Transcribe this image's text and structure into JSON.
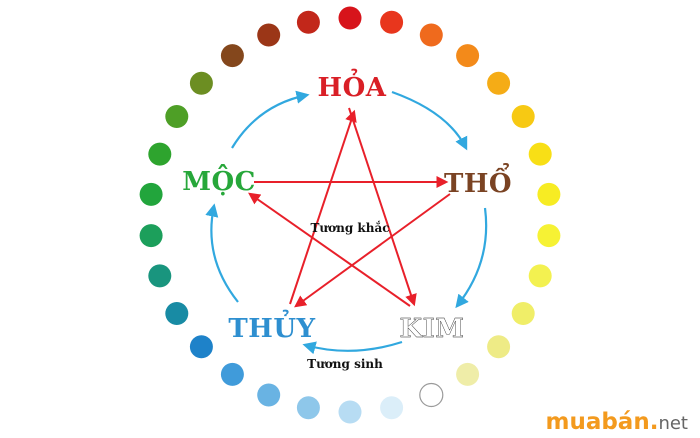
{
  "elements": {
    "fire": {
      "label": "HỎA",
      "color": "#d91f26"
    },
    "earth": {
      "label": "THỔ",
      "color": "#7a4323"
    },
    "metal": {
      "label": "KIM",
      "color": "#1a1a1a"
    },
    "water": {
      "label": "THỦY",
      "color": "#2e8fd0"
    },
    "wood": {
      "label": "MỘC",
      "color": "#27a73a"
    }
  },
  "labels": {
    "overcoming": "Tương khắc",
    "generating": "Tương sinh"
  },
  "colors": {
    "generating_arrow": "#31a8df",
    "overcoming_arrow": "#e8202a",
    "dot_ring": [
      "#d7141b",
      "#e8361d",
      "#ef6a1d",
      "#f38a1a",
      "#f5ac16",
      "#f7c913",
      "#f8df16",
      "#f7ec23",
      "#f6f234",
      "#f3f150",
      "#f0ee68",
      "#eeeb86",
      "#efeda8",
      "#ffffff",
      "#dbeef9",
      "#b7dcf3",
      "#8ec7ea",
      "#69b3e3",
      "#409bda",
      "#1e82c9",
      "#188ba4",
      "#19957e",
      "#1c9f5b",
      "#22a53c",
      "#2ea42e",
      "#4e9f26",
      "#6c8e22",
      "#84471c",
      "#9b3617",
      "#c2271a"
    ]
  },
  "watermark": {
    "main": "muabán",
    "dot": ".",
    "tld": "net"
  }
}
